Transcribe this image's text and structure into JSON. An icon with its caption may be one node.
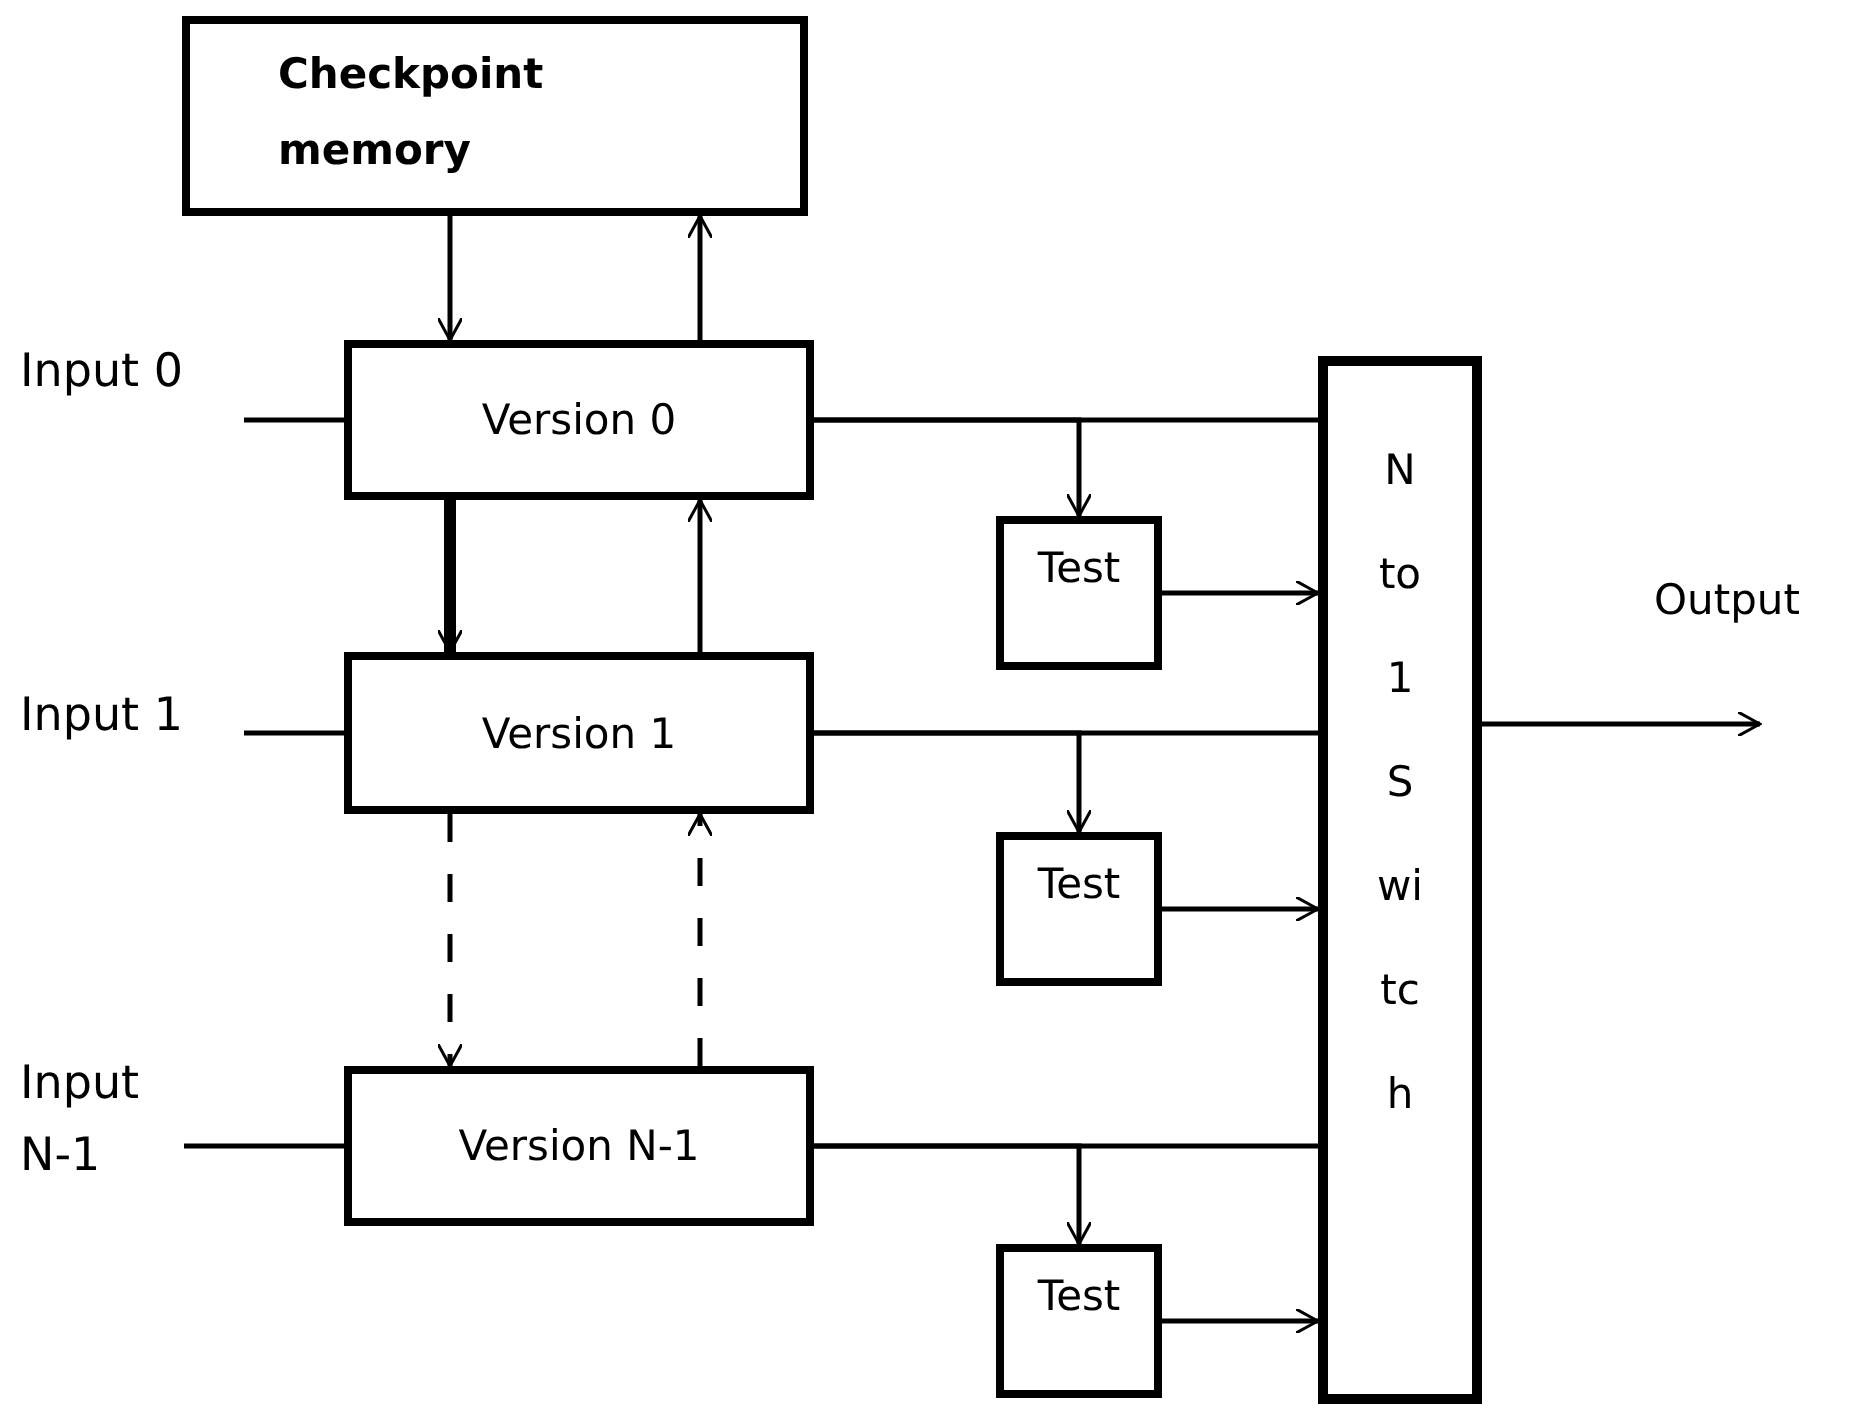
{
  "diagram": {
    "nodes": [
      {
        "text": [
          "Checkpoint memory"
        ]
      },
      {
        "text": [
          "Input 0"
        ]
      },
      {
        "text": [
          "Version 0"
        ]
      },
      {
        "text": [
          "Input 1"
        ]
      },
      {
        "text": [
          "Version 1"
        ]
      },
      {
        "text": [
          "Input N-1"
        ]
      },
      {
        "text": [
          "Version N-1"
        ]
      },
      {
        "text": [
          "Test"
        ]
      },
      {
        "text": [
          "Test"
        ]
      },
      {
        "text": [
          "Test"
        ]
      },
      {
        "text": [
          "N to 1 Switch"
        ]
      }
    ],
    "edges": [
      {
        "from": 0,
        "to": 2,
        "arrow": "to"
      },
      {
        "from": 2,
        "to": 0,
        "arrow": "to"
      },
      {
        "from": 1,
        "to": 2,
        "arrow": "none"
      },
      {
        "from": 2,
        "to": 10,
        "arrow": "none"
      },
      {
        "from": 2,
        "to": 7,
        "arrow": "to"
      },
      {
        "from": 7,
        "to": 10,
        "arrow": "to"
      },
      {
        "from": 2,
        "to": 4,
        "arrow": "to",
        "style": "thick"
      },
      {
        "from": 4,
        "to": 2,
        "arrow": "to"
      },
      {
        "from": 3,
        "to": 4,
        "arrow": "none"
      },
      {
        "from": 4,
        "to": 10,
        "arrow": "none"
      },
      {
        "from": 4,
        "to": 8,
        "arrow": "to"
      },
      {
        "from": 8,
        "to": 10,
        "arrow": "to"
      },
      {
        "from": 4,
        "to": 6,
        "arrow": "to",
        "style": "dashed"
      },
      {
        "from": 6,
        "to": 4,
        "arrow": "to",
        "style": "dashed"
      },
      {
        "from": 5,
        "to": 6,
        "arrow": "none"
      },
      {
        "from": 6,
        "to": 10,
        "arrow": "none"
      },
      {
        "from": 6,
        "to": 9,
        "arrow": "to"
      },
      {
        "from": 9,
        "to": 10,
        "arrow": "to"
      },
      {
        "from": 10,
        "to": null,
        "arrow": "to",
        "label": "Output"
      }
    ]
  }
}
